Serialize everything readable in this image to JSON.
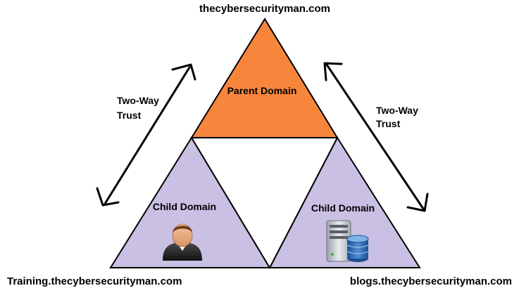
{
  "site_url": "thecybersecurityman.com",
  "parent_domain": {
    "label": "Parent Domain",
    "fill_color": "#f7863c"
  },
  "child_domains": [
    {
      "label": "Child Domain",
      "url": "Training.thecybersecurityman.com",
      "icon": "user-avatar-icon",
      "fill_color": "#c9c0e4"
    },
    {
      "label": "Child Domain",
      "url": "blogs.thecybersecurityman.com",
      "icon": "server-database-icon",
      "fill_color": "#c9c0e4"
    }
  ],
  "trusts": [
    {
      "line1": "Two-Way",
      "line2": "Trust"
    },
    {
      "line1": "Two-Way",
      "line2": "Trust"
    }
  ]
}
